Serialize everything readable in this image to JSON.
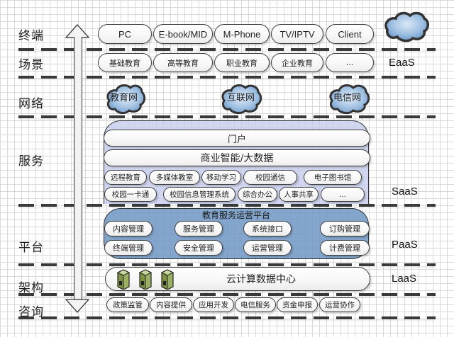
{
  "layers": [
    {
      "key": "terminal",
      "label": "终端"
    },
    {
      "key": "scene",
      "label": "场景"
    },
    {
      "key": "network",
      "label": "网络"
    },
    {
      "key": "service",
      "label": "服务"
    },
    {
      "key": "platform",
      "label": "平台"
    },
    {
      "key": "architecture",
      "label": "架构"
    },
    {
      "key": "consulting",
      "label": "咨询"
    }
  ],
  "service_models": {
    "eaas": "EaaS",
    "saas": "SaaS",
    "paas": "PaaS",
    "laas": "LaaS"
  },
  "terminals": [
    "PC",
    "E-book/MID",
    "M-Phone",
    "TV/IPTV",
    "Client"
  ],
  "scenes": [
    "基础教育",
    "高等教育",
    "职业教育",
    "企业教育",
    "..."
  ],
  "networks": [
    "教育网",
    "互联网",
    "电信网"
  ],
  "service": {
    "portal": "门户",
    "bi": "商业智能/大数据",
    "row1": [
      "远程教育",
      "多媒体教室",
      "移动学习",
      "校园通信",
      "电子图书馆"
    ],
    "row2": [
      "校园一卡通",
      "校园信息管理系统",
      "综合办公",
      "人事共享",
      "..."
    ]
  },
  "platform": {
    "title": "教育服务运营平台",
    "row1": [
      "内容管理",
      "服务管理",
      "系统接口",
      "订购管理"
    ],
    "row2": [
      "终端管理",
      "安全管理",
      "运营管理",
      "计费管理"
    ]
  },
  "architecture": {
    "label": "云计算数据中心",
    "server_icons": [
      "server-icon",
      "server-icon",
      "server-icon"
    ]
  },
  "consulting": [
    "政策监管",
    "内容提供",
    "应用开发",
    "电信服务",
    "资金申报",
    "运营协作"
  ],
  "colors": {
    "saas_fill": "#c4ccec",
    "paas_fill": "#6e96c4",
    "cloud_fill": "#8fb4dc",
    "server_green": "#9bb062",
    "dash": "#3a3a3a"
  }
}
